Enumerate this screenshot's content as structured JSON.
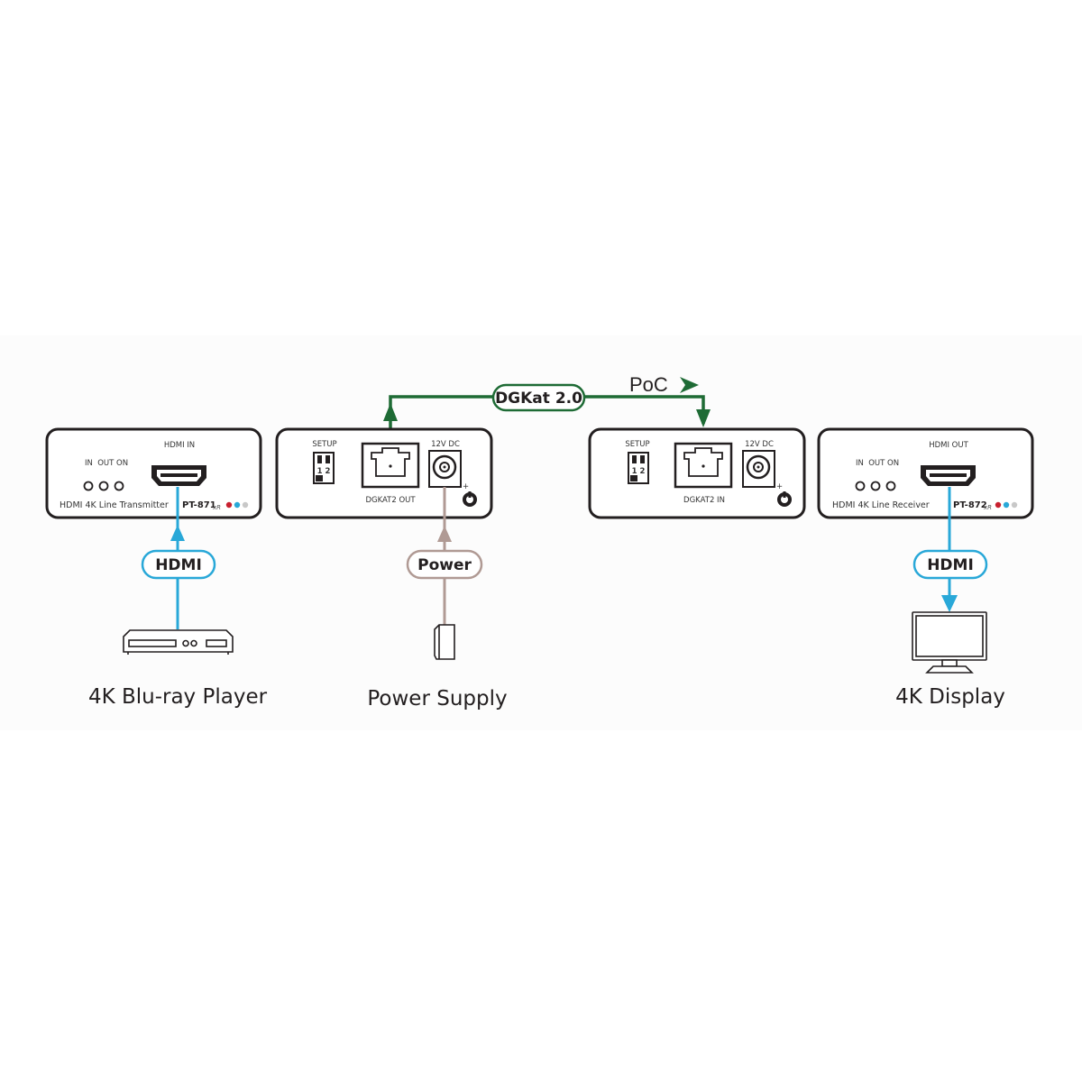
{
  "colors": {
    "hdmi": "#29a8d8",
    "dgkat": "#1e6b35",
    "power": "#b09a94",
    "device_outline": "#231f20",
    "led_red": "#c8202f",
    "led_blue": "#29a8d8",
    "led_gray": "#c8c8c8"
  },
  "transmitter": {
    "port_label": "HDMI IN",
    "led_labels": "IN  OUT ON",
    "description": "HDMI 4K Line Transmitter",
    "model": "PT-871",
    "model_suffix": "xR"
  },
  "transmitter_rear": {
    "setup_label": "SETUP",
    "dip_labels": "1 2",
    "rj45_label": "DGKAT2 OUT",
    "dc_label": "12V DC",
    "plus": "+"
  },
  "receiver_rear": {
    "setup_label": "SETUP",
    "dip_labels": "1 2",
    "rj45_label": "DGKAT2 IN",
    "dc_label": "12V DC",
    "plus": "+"
  },
  "receiver": {
    "port_label": "HDMI OUT",
    "led_labels": "IN  OUT ON",
    "description": "HDMI 4K Line Receiver",
    "model": "PT-872",
    "model_suffix": "xR"
  },
  "links": {
    "dgkat_label": "DGKat 2.0",
    "poc_label": "PoC",
    "hdmi_in_label": "HDMI",
    "hdmi_out_label": "HDMI",
    "power_label": "Power"
  },
  "captions": {
    "source": "4K Blu-ray Player",
    "power": "Power Supply",
    "display": "4K Display"
  }
}
